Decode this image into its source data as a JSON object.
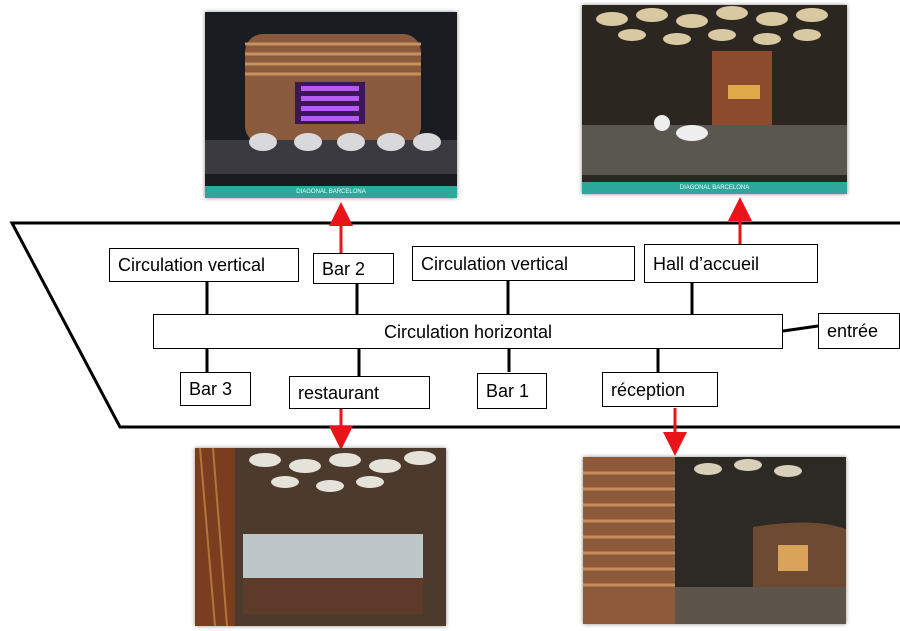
{
  "labels": {
    "circ_vertical_left": "Circulation vertical",
    "bar2": "Bar 2",
    "circ_vertical_mid": "Circulation vertical",
    "hall": "Hall d’accueil",
    "circ_horizontal": "Circulation horizontal",
    "entree": "entrée",
    "bar3": "Bar 3",
    "restaurant": "restaurant",
    "bar1": "Bar 1",
    "reception": "réception"
  },
  "photos": {
    "bar2": "Bar 2 photo",
    "hall": "Hall d’accueil photo",
    "restaurant": "restaurant photo",
    "reception": "réception photo"
  },
  "photo_captions": {
    "bar2_left": "",
    "bar2_center": "DIAGONAL BARCELONA",
    "hall_left": "",
    "hall_center": "DIAGONAL BARCELONA"
  },
  "colors": {
    "line": "#000000",
    "arrow": "#e8141a",
    "caption_bar": "#2ea79c"
  }
}
